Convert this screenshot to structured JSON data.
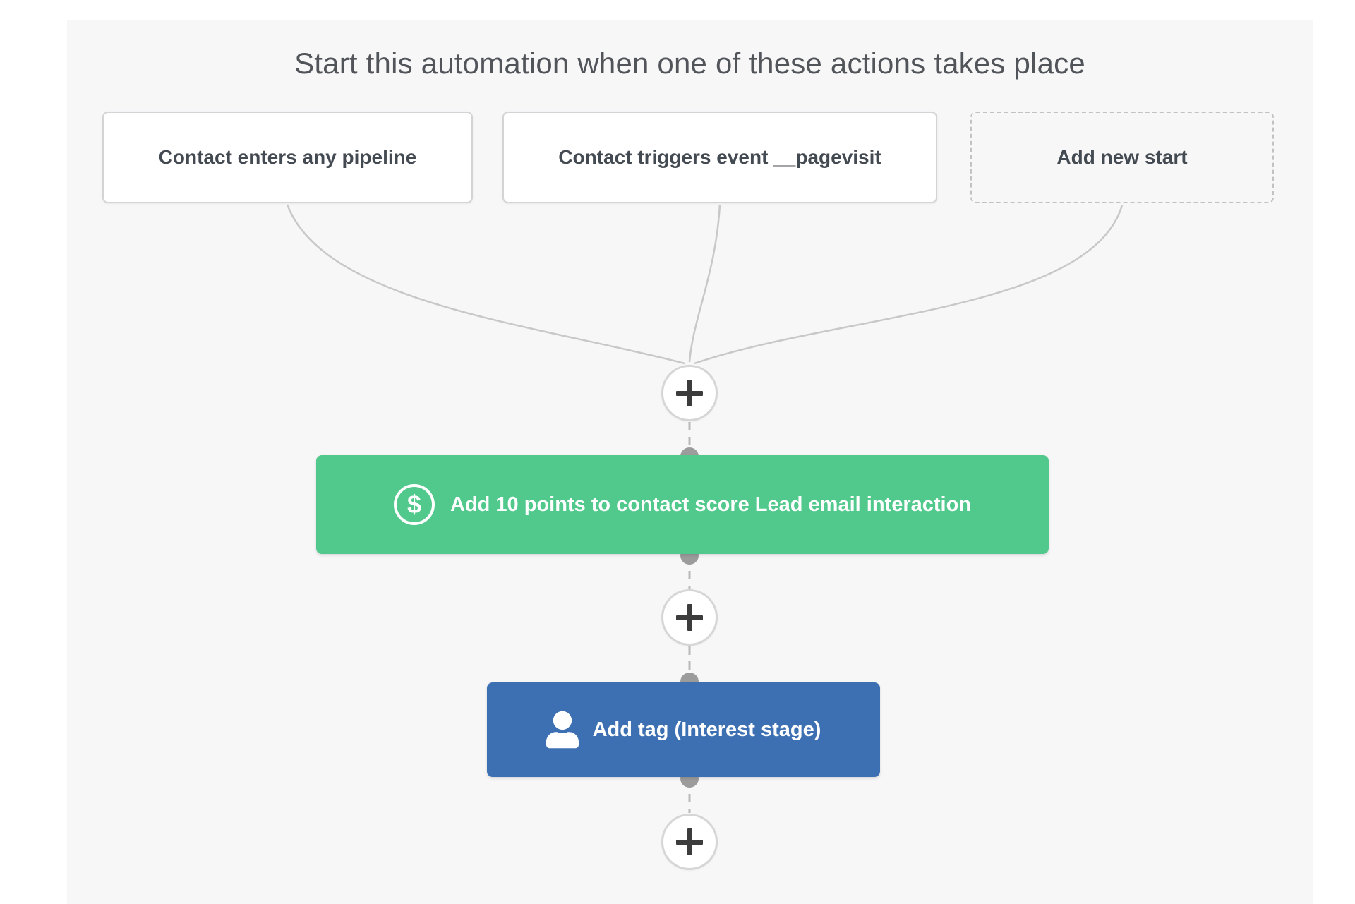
{
  "page": {
    "title": "Start this automation when one of these actions takes place"
  },
  "triggers": [
    {
      "label": "Contact enters any pipeline",
      "kind": "trigger"
    },
    {
      "label": "Contact triggers event __pagevisit",
      "kind": "trigger"
    },
    {
      "label": "Add new start",
      "kind": "add-new-placeholder"
    }
  ],
  "steps": [
    {
      "label": "Add 10 points to contact score Lead email interaction",
      "icon": "dollar-circle-icon",
      "color": "#52C98C"
    },
    {
      "label": "Add tag (Interest stage)",
      "icon": "person-icon",
      "color": "#3D70B3"
    }
  ],
  "icons": {
    "dollar_glyph": "$"
  },
  "colors": {
    "canvas_bg": "#F7F7F8",
    "score_action": "#52C98C",
    "tag_action": "#3D70B3",
    "connector_line": "#C8C8C8",
    "node_dot": "#9C9C9C",
    "plus_sign": "#3C3C3C"
  }
}
